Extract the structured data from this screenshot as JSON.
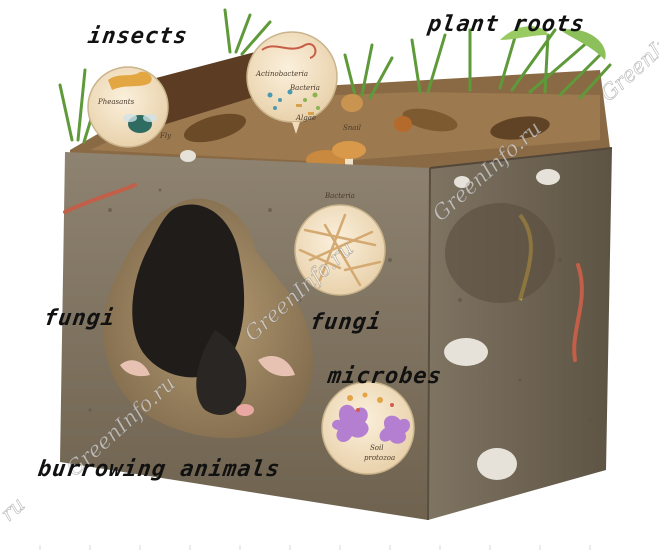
{
  "labels": {
    "insects": "insects",
    "plant_roots": "plant roots",
    "fungi_left": "fungi",
    "fungi_center": "fungi",
    "microbes": "microbes",
    "burrowing_animals": "burrowing animals"
  },
  "watermark": {
    "text": "GreenInfo.ru",
    "edge_fragment": "ru"
  },
  "inset_captions": {
    "insects_circle": [
      "Pheasants",
      "Fly"
    ],
    "bacteria_circle": [
      "Actinobacteria",
      "Bacteria",
      "Algae"
    ],
    "microbes_circle": [
      "Soil",
      "protozoa"
    ],
    "small_labels": [
      "Snail",
      "Bacteria"
    ]
  },
  "colors": {
    "soil": "#8a7a66",
    "soil_dark": "#6e5f4c",
    "burrow": "#a8906c",
    "inset_fill": "#f3e3c6",
    "grass": "#5f9a3a",
    "mole": "#1f1c1a"
  }
}
